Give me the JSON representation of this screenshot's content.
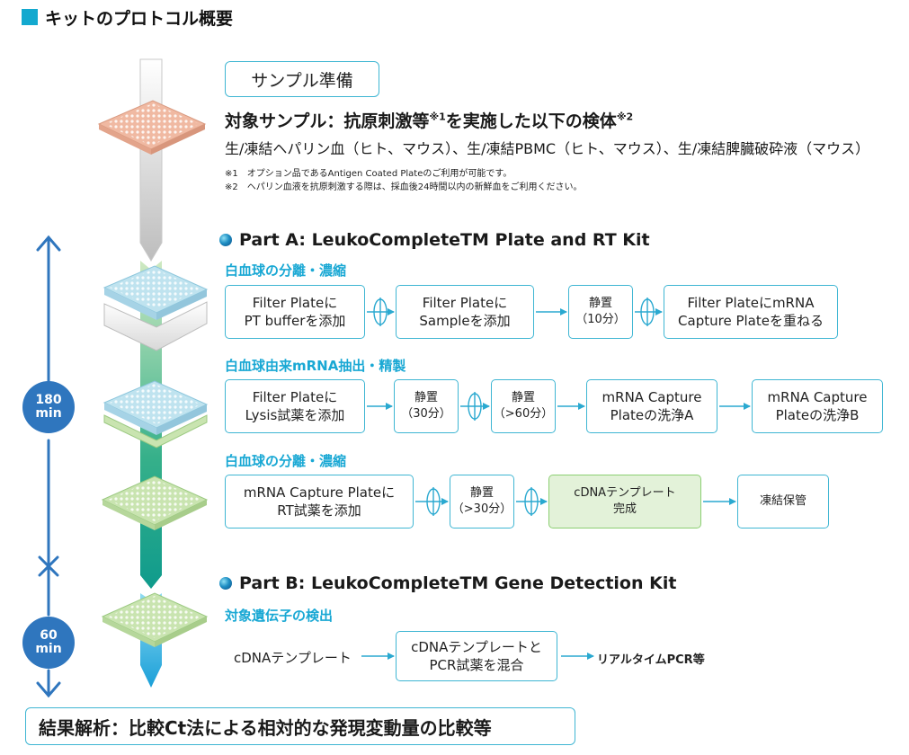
{
  "header": {
    "title": "キットのプロトコル概要"
  },
  "prep": {
    "label": "サンプル準備",
    "target_main": "対象サンプル：抗原刺激等",
    "target_sup1": "※1",
    "target_mid": "を実施した以下の検体",
    "target_sup2": "※2",
    "sample_list": "生/凍結ヘパリン血（ヒト、マウス）、生/凍結PBMC（ヒト、マウス）、生/凍結脾臓破砕液（マウス）",
    "note1": "※1　オプション品であるAntigen Coated Plateのご利用が可能です。",
    "note2": "※2　ヘパリン血液を抗原刺激する際は、採血後24時間以内の新鮮血をご利用ください。"
  },
  "partA": {
    "title": "Part A: LeukoCompleteTM Plate and RT Kit",
    "section1": {
      "label": "白血球の分離・濃縮",
      "steps": [
        "Filter Plateに\nPT bufferを添加",
        "Filter Plateに\nSampleを添加",
        "静置\n（10分）",
        "Filter PlateにmRNA\nCapture Plateを重ねる"
      ]
    },
    "section2": {
      "label": "白血球由来mRNA抽出・精製",
      "steps": [
        "Filter Plateに\nLysis試薬を添加",
        "静置\n（30分）",
        "静置\n（>60分）",
        "mRNA Capture\nPlateの洗浄A",
        "mRNA Capture\nPlateの洗浄B"
      ]
    },
    "section3": {
      "label": "白血球の分離・濃縮",
      "steps": [
        "mRNA Capture Plateに\nRT試薬を添加",
        "静置\n（>30分）",
        "cDNAテンプレート\n完成",
        "凍結保管"
      ]
    }
  },
  "partB": {
    "title": "Part B: LeukoCompleteTM Gene Detection Kit",
    "section": {
      "label": "対象遺伝子の検出",
      "start": "cDNAテンプレート",
      "step": "cDNAテンプレートと\nPCR試薬を混合",
      "end": "リアルタイムPCR等"
    }
  },
  "timeline": {
    "partA_time": "180\nmin",
    "partB_time": "60\nmin"
  },
  "result": {
    "label": "結果解析：比較Ct法による相対的な発現変動量の比較等"
  },
  "colors": {
    "accent": "#13a9cf",
    "box_border": "#3fb6d3",
    "section_text": "#19a8d4",
    "highlight_fill": "#e3f2d9",
    "timeline_blue": "#2f76be",
    "plate_pink": "#f0b9a2",
    "plate_blue": "#bfe3ef",
    "plate_green": "#c9e4b0"
  }
}
